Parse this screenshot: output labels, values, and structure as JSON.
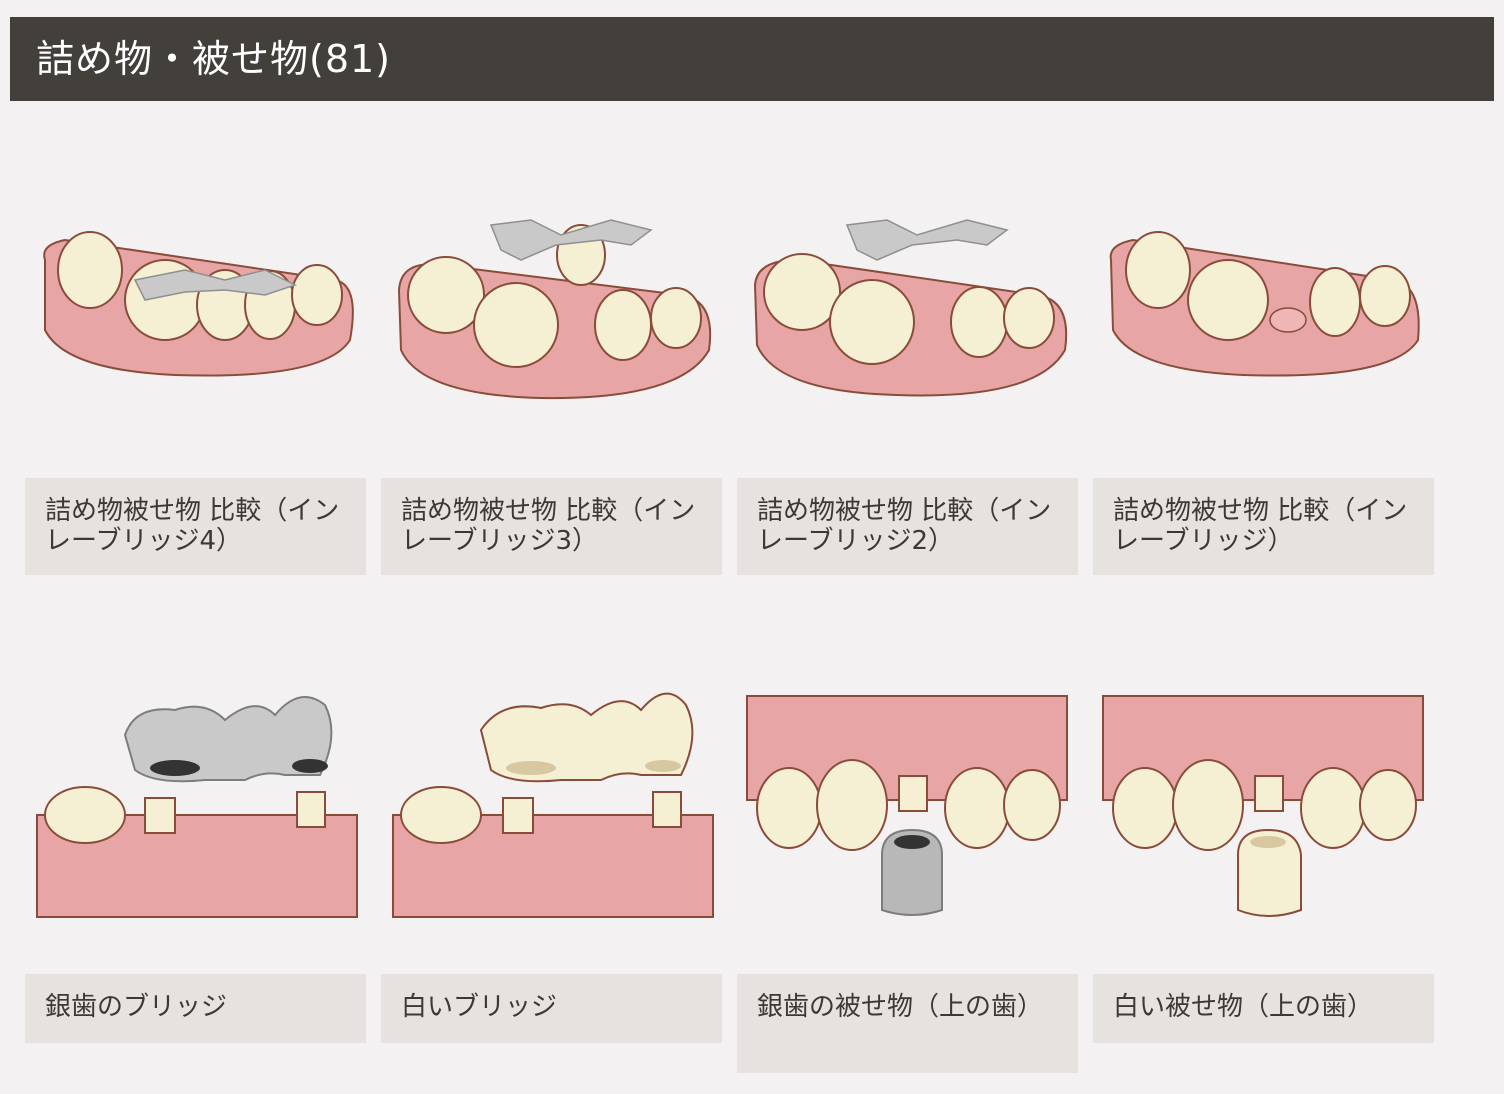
{
  "header": {
    "title": "詰め物・被せ物(81)"
  },
  "items": [
    {
      "label": "詰め物被せ物 比較（インレーブリッジ4）"
    },
    {
      "label": "詰め物被せ物 比較（インレーブリッジ3）"
    },
    {
      "label": "詰め物被せ物 比較（インレーブリッジ2）"
    },
    {
      "label": "詰め物被せ物 比較（インレーブリッジ）"
    },
    {
      "label": "銀歯のブリッジ"
    },
    {
      "label": "白いブリッジ"
    },
    {
      "label": "銀歯の被せ物（上の歯）"
    },
    {
      "label": "白い被せ物（上の歯）"
    }
  ],
  "colors": {
    "header_bg": "#433f3b",
    "label_bg": "#e5e2df",
    "gum": "#e7a5a5",
    "tooth": "#f5efd3",
    "outline": "#8a4c3a",
    "metal": "#c9c9c9"
  }
}
